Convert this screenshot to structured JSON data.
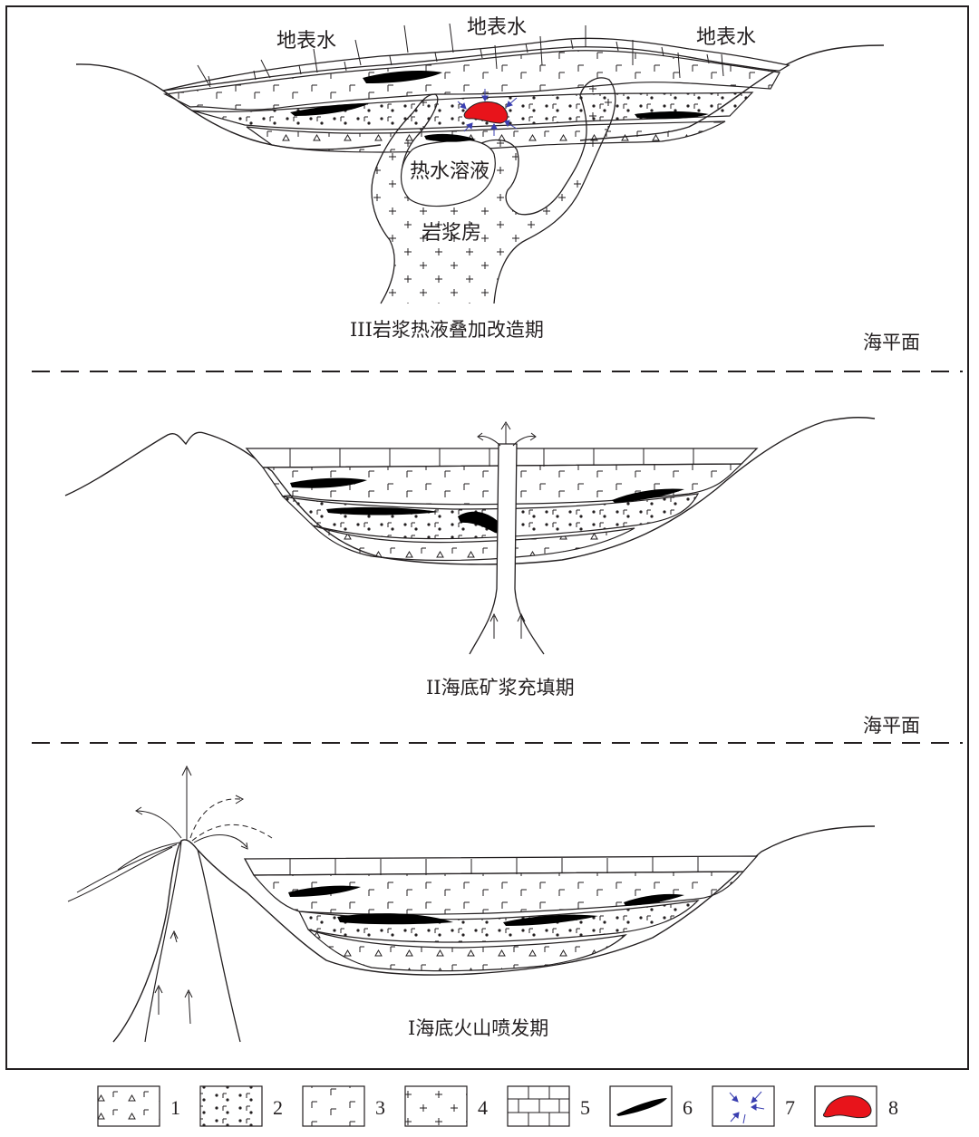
{
  "colors": {
    "line": "#231f20",
    "ore_red": "#e8141b",
    "fluid_arrow": "#3a3fb0",
    "background": "#ffffff"
  },
  "stage3": {
    "title": "III岩浆热液叠加改造期",
    "surface_water_labels": [
      "地表水",
      "地表水",
      "地表水"
    ],
    "hydrothermal_label": "热水溶液",
    "magma_chamber_label": "岩浆房",
    "sea_level_label": "海平面"
  },
  "stage2": {
    "title": "II海底矿浆充填期",
    "sea_level_label": "海平面"
  },
  "stage1": {
    "title": "I海底火山喷发期"
  },
  "legend": [
    {
      "number": "1",
      "pattern": "triangle-dot"
    },
    {
      "number": "2",
      "pattern": "dots"
    },
    {
      "number": "3",
      "pattern": "corner-marks"
    },
    {
      "number": "4",
      "pattern": "crosses"
    },
    {
      "number": "5",
      "pattern": "brick"
    },
    {
      "number": "6",
      "pattern": "black-lens"
    },
    {
      "number": "7",
      "pattern": "fluid-arrows"
    },
    {
      "number": "8",
      "pattern": "red-orebody"
    }
  ]
}
